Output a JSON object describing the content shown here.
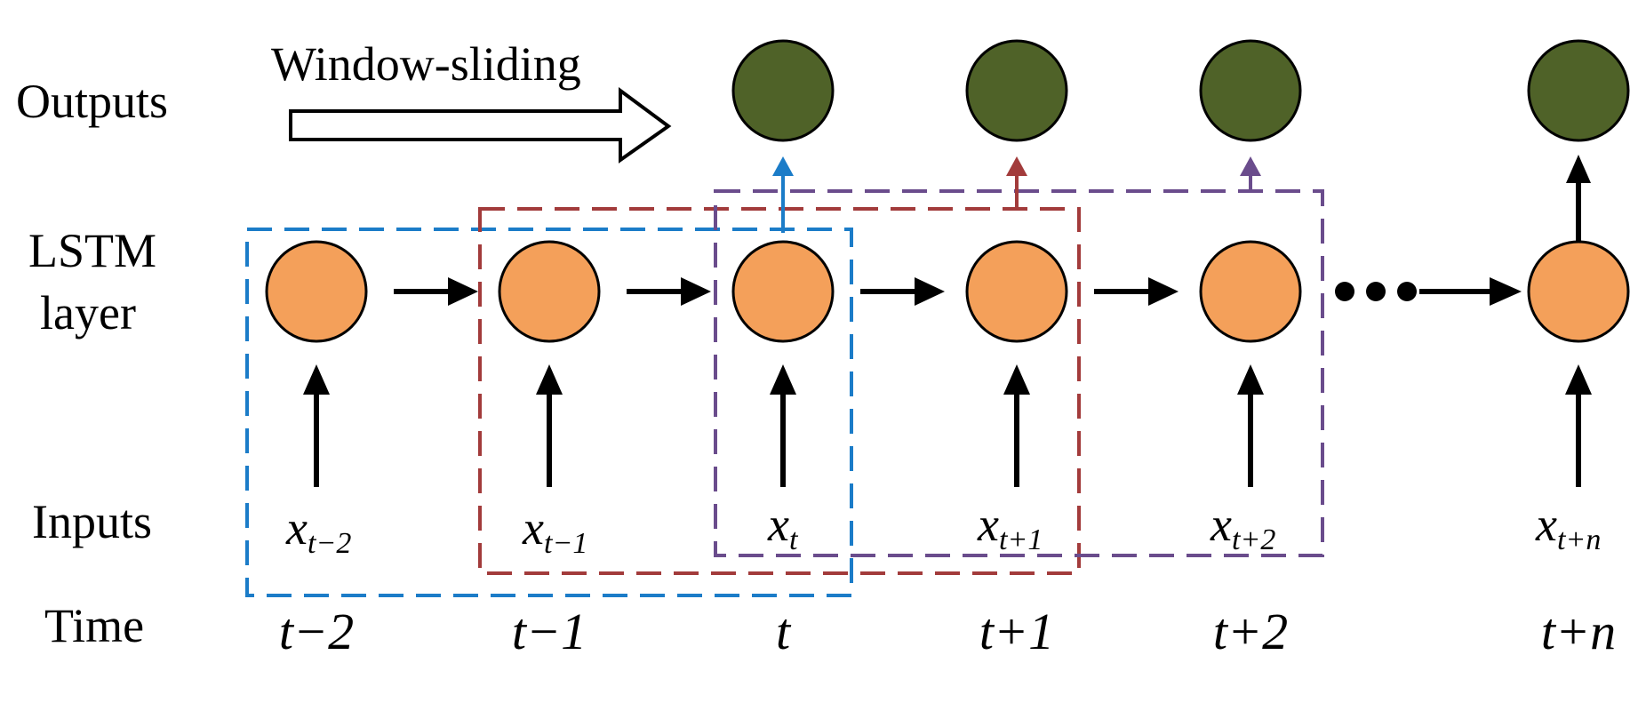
{
  "row_labels": {
    "outputs": "Outputs",
    "lstm_line1": "LSTM",
    "lstm_line2": "layer",
    "inputs": "Inputs",
    "time": "Time"
  },
  "window_sliding_label": "Window-sliding",
  "inputs": [
    {
      "base": "x",
      "sub": "t−2"
    },
    {
      "base": "x",
      "sub": "t−1"
    },
    {
      "base": "x",
      "sub": "t"
    },
    {
      "base": "x",
      "sub": "t+1"
    },
    {
      "base": "x",
      "sub": "t+2"
    },
    {
      "base": "x",
      "sub": "t+n"
    }
  ],
  "time_steps": [
    "t−2",
    "t−1",
    "t",
    "t+1",
    "t+2",
    "t+n"
  ],
  "ellipsis": "•••",
  "colors": {
    "lstm_node": "#f4a05a",
    "output_node": "#4f6228",
    "window_1": "#1b7cc8",
    "window_2": "#a23b3b",
    "window_3": "#6a4c8c"
  }
}
